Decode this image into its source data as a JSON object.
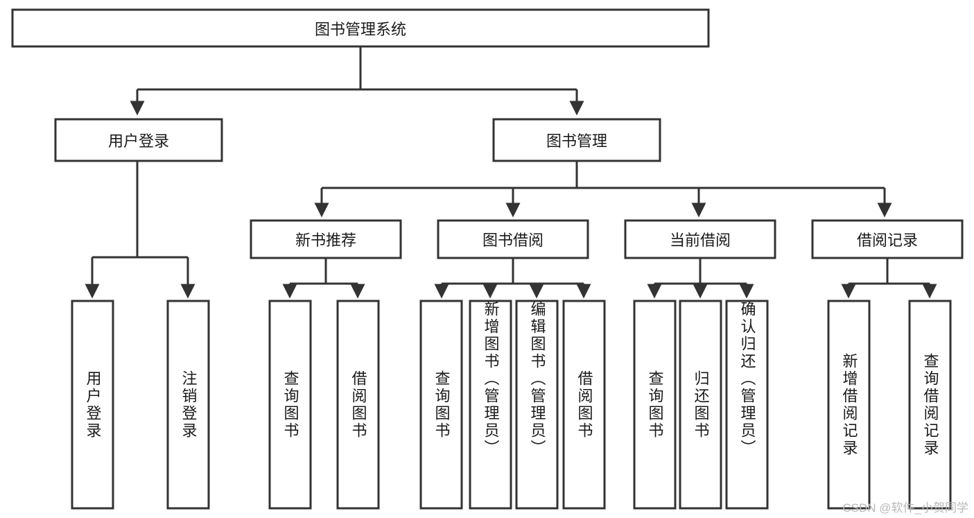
{
  "diagram": {
    "title": "图书管理系统",
    "type": "tree",
    "watermark": "CSDN @软件_小贺同学",
    "colors": {
      "stroke": "#333333",
      "fill": "#ffffff",
      "text": "#1a1a1a",
      "watermark": "#b8b8b8",
      "background": "#ffffff"
    },
    "root": {
      "id": "root",
      "label": "图书管理系统"
    },
    "level1": [
      {
        "id": "user-login",
        "label": "用户登录"
      },
      {
        "id": "book-manage",
        "label": "图书管理"
      }
    ],
    "level2": [
      {
        "id": "new-book-recommend",
        "label": "新书推荐",
        "parent": "book-manage"
      },
      {
        "id": "book-borrow",
        "label": "图书借阅",
        "parent": "book-manage"
      },
      {
        "id": "current-borrow",
        "label": "当前借阅",
        "parent": "book-manage"
      },
      {
        "id": "borrow-record",
        "label": "借阅记录",
        "parent": "book-manage"
      }
    ],
    "leaves": [
      {
        "id": "leaf-user-login",
        "label": "用户登录",
        "parent": "user-login"
      },
      {
        "id": "leaf-user-logout",
        "label": "注销登录",
        "parent": "user-login"
      },
      {
        "id": "leaf-query-book-1",
        "label": "查询图书",
        "parent": "new-book-recommend"
      },
      {
        "id": "leaf-borrow-book-1",
        "label": "借阅图书",
        "parent": "new-book-recommend"
      },
      {
        "id": "leaf-query-book-2",
        "label": "查询图书",
        "parent": "book-borrow"
      },
      {
        "id": "leaf-add-book",
        "label": "新增图书（管理员）",
        "parent": "book-borrow"
      },
      {
        "id": "leaf-edit-book",
        "label": "编辑图书（管理员）",
        "parent": "book-borrow"
      },
      {
        "id": "leaf-borrow-book-2",
        "label": "借阅图书",
        "parent": "book-borrow"
      },
      {
        "id": "leaf-query-book-3",
        "label": "查询图书",
        "parent": "current-borrow"
      },
      {
        "id": "leaf-return-book",
        "label": "归还图书",
        "parent": "current-borrow"
      },
      {
        "id": "leaf-confirm-return",
        "label": "确认归还（管理员）",
        "parent": "current-borrow"
      },
      {
        "id": "leaf-add-record",
        "label": "新增借阅记录",
        "parent": "borrow-record"
      },
      {
        "id": "leaf-query-record",
        "label": "查询借阅记录",
        "parent": "borrow-record"
      }
    ]
  }
}
